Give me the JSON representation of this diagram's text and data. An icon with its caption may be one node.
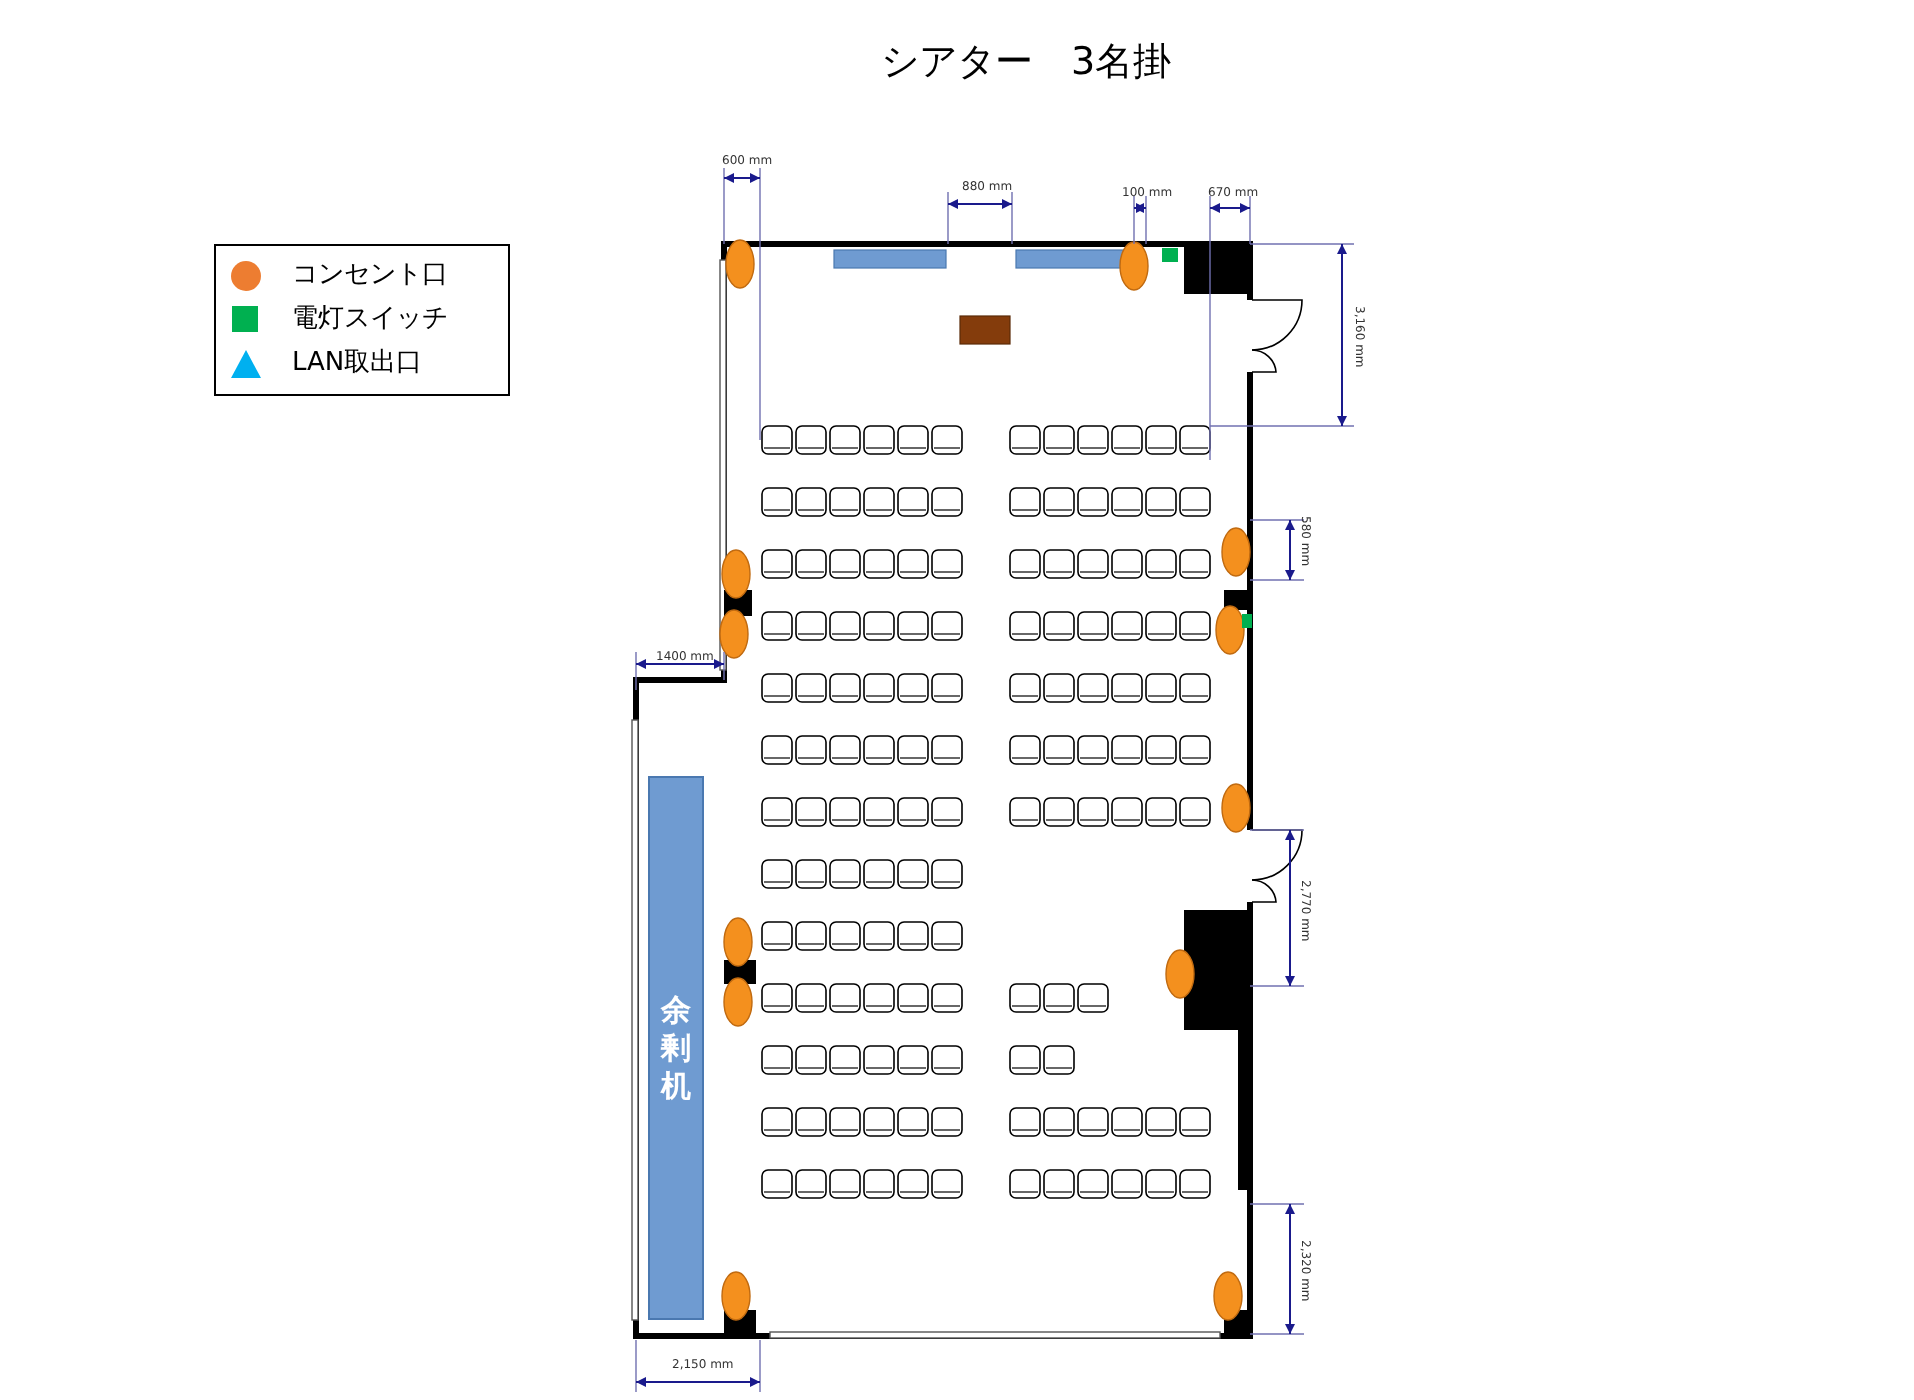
{
  "diagram": {
    "title": "シアター　3名掛",
    "nodes": [
      {
        "text": [
          "余剰机"
        ]
      }
    ],
    "labels": [
      "600 mm",
      "880 mm",
      "100 mm",
      "670 mm",
      "3,160 mm",
      "580 mm",
      "1400 mm",
      "2,770 mm",
      "2,320 mm",
      "2,150 mm"
    ],
    "legend": [
      {
        "text": "コンセント口",
        "color": "#ed7d31"
      },
      {
        "text": "電灯スイッチ",
        "color": "#00b050"
      },
      {
        "text": "LAN取出口",
        "color": "#00b0f0"
      }
    ]
  }
}
